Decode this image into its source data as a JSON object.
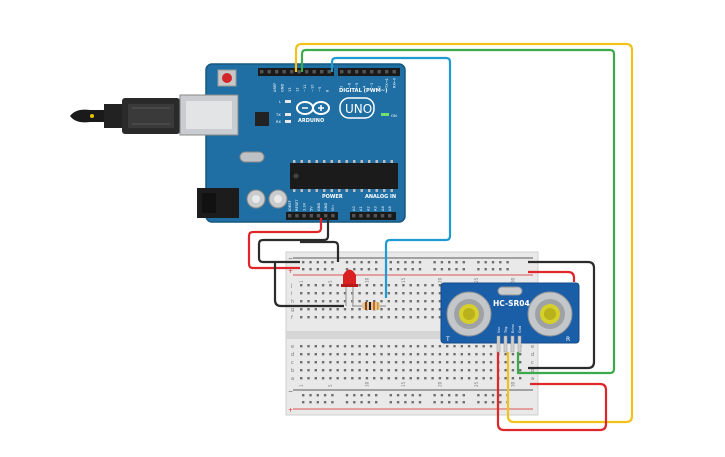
{
  "arduino": {
    "brand": "ARDUINO",
    "model": "UNO",
    "digital_label": "DIGITAL (PWM~)",
    "power_label": "POWER",
    "analog_label": "ANALOG IN",
    "led_l": "L",
    "led_tx": "TX",
    "led_rx": "RX",
    "on_label": "ON",
    "top_pins_left": [
      "AREF",
      "GND",
      "13",
      "12",
      "~11",
      "~10",
      "~9",
      "8"
    ],
    "top_pins_right": [
      "7",
      "~6",
      "~5",
      "4",
      "~3",
      "2",
      "TX→1",
      "RX←0"
    ],
    "power_pins": [
      "IOREF",
      "RESET",
      "3.3V",
      "5V",
      "GND",
      "GND",
      "Vin"
    ],
    "analog_pins": [
      "A0",
      "A1",
      "A2",
      "A3",
      "A4",
      "A5"
    ]
  },
  "sensor": {
    "name": "HC-SR04",
    "pins": [
      "Vcc",
      "Trig",
      "Echo",
      "Gnd"
    ],
    "corner_left": "T",
    "corner_right": "R"
  },
  "breadboard": {
    "row_letters_top": [
      "j",
      "i",
      "h",
      "g",
      "f"
    ],
    "row_letters_bottom": [
      "e",
      "d",
      "c",
      "b",
      "a"
    ],
    "rail_minus": "−",
    "rail_plus": "+",
    "column_numbers": [
      "1",
      "5",
      "10",
      "15",
      "20",
      "25",
      "30"
    ]
  },
  "colors": {
    "board": "#1f6fa4",
    "board_edge": "#16577f",
    "wire_red": "#e0262b",
    "wire_black": "#2b2b2b",
    "wire_yellow": "#f2c21b",
    "wire_green": "#3aaa4a",
    "wire_blue": "#1e9bd0",
    "led_red": "#d92121",
    "sensor_board": "#1b5ea8"
  }
}
